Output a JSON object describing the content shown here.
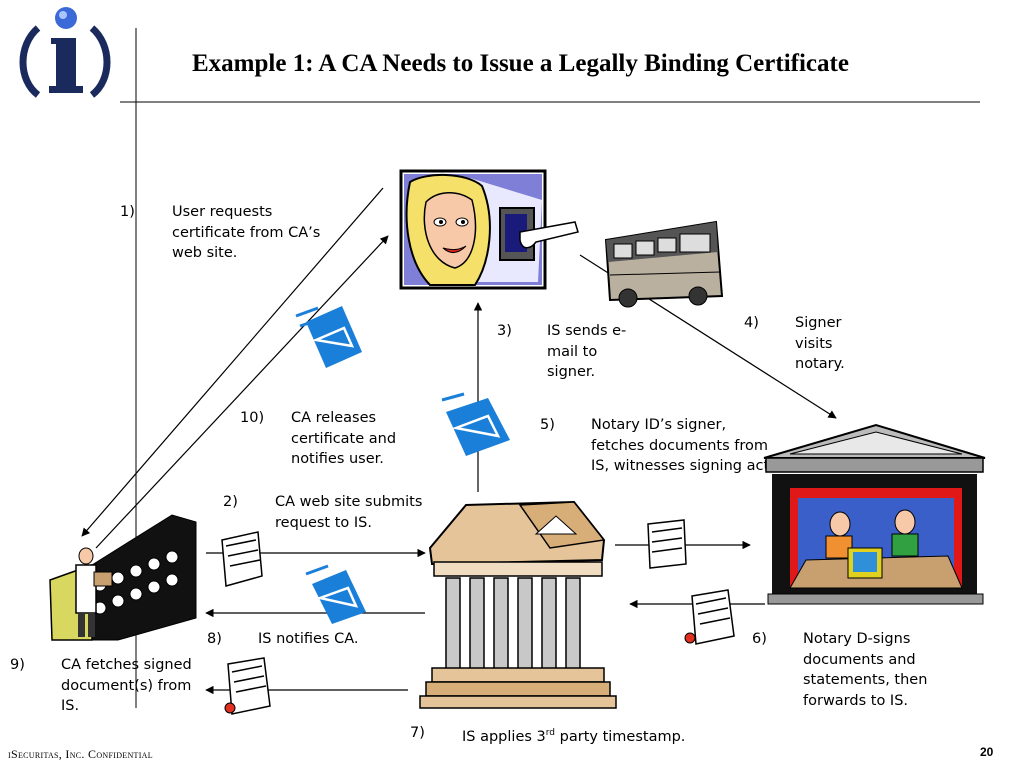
{
  "title": "Example 1: A CA Needs to Issue a Legally Binding Certificate",
  "footer": {
    "company": "iSecuritas, Inc. Confidential",
    "page": "20"
  },
  "steps": [
    {
      "num": "1)",
      "text": "User requests certificate from CA’s web site."
    },
    {
      "num": "2)",
      "text": "CA web site submits request to IS."
    },
    {
      "num": "3)",
      "text": "IS sends e-mail to signer."
    },
    {
      "num": "4)",
      "text": "Signer visits notary."
    },
    {
      "num": "5)",
      "text": "Notary ID’s signer, fetches documents from IS, witnesses signing act."
    },
    {
      "num": "6)",
      "text": "Notary D-signs documents and statements, then forwards to IS."
    },
    {
      "num": "7)",
      "text_before": "IS applies 3",
      "sup": "rd",
      "text_after": " party timestamp."
    },
    {
      "num": "8)",
      "text": "IS notifies CA."
    },
    {
      "num": "9)",
      "text": "CA fetches signed document(s) from IS."
    },
    {
      "num": "10)",
      "text": "CA releases certificate and notifies user."
    }
  ],
  "icons": [
    "info-logo-icon",
    "user-at-computer-icon",
    "bus-icon",
    "notary-building-icon",
    "is-building-icon",
    "ca-server-icon",
    "email-icon",
    "document-icon",
    "signed-document-icon"
  ]
}
